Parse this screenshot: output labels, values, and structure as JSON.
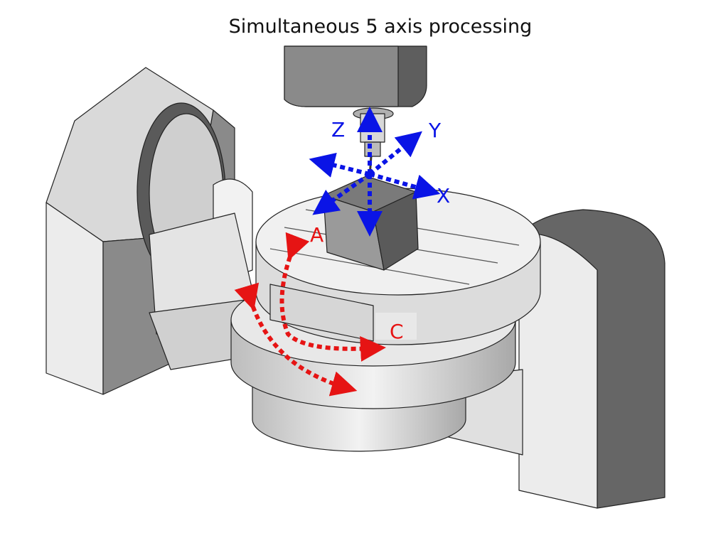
{
  "title": "Simultaneous 5 axis processing",
  "axes": {
    "z": "Z",
    "y": "Y",
    "x": "X",
    "a": "A",
    "c": "C"
  },
  "colors": {
    "linear_axis": "#0a14e6",
    "rotary_axis": "#e61414",
    "body_light": "#e6e6e6",
    "body_mid": "#bdbdbd",
    "body_dark": "#6e6e6e"
  }
}
